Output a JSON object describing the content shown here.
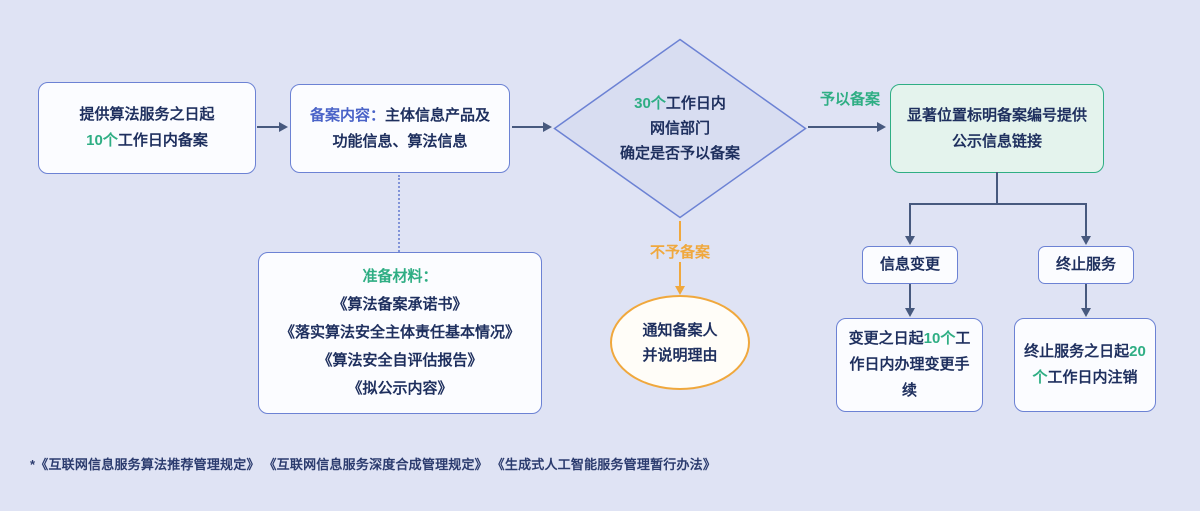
{
  "colors": {
    "background": "#dfe3f4",
    "box_border": "#6c82d4",
    "box_fill": "#fbfcff",
    "text": "#1e2f5e",
    "accent_green": "#2fae84",
    "accent_orange": "#f0a83d",
    "arrow": "#47597e",
    "diamond_fill": "#d8ddf1",
    "publish_fill": "#e4f3ed"
  },
  "nodes": {
    "start": {
      "line1": "提供算法服务之日起",
      "highlight": "10个",
      "line2_rest": "工作日内备案"
    },
    "content": {
      "label": "备案内容：",
      "line1_rest": "主体信息产品及",
      "line2": "功能信息、算法信息"
    },
    "decision": {
      "highlight": "30个",
      "line1_rest": "工作日内",
      "line2": "网信部门",
      "line3": "确定是否予以备案"
    },
    "approve_label": "予以备案",
    "reject_label": "不予备案",
    "publish": {
      "line1": "显著位置标明备案编号提供",
      "line2": "公示信息链接"
    },
    "notify": {
      "line1": "通知备案人",
      "line2": "并说明理由"
    },
    "materials": {
      "title": "准备材料：",
      "items": [
        "《算法备案承诺书》",
        "《落实算法安全主体责任基本情况》",
        "《算法安全自评估报告》",
        "《拟公示内容》"
      ]
    },
    "change": {
      "label": "信息变更"
    },
    "terminate": {
      "label": "终止服务"
    },
    "change_detail": {
      "pre": "变更之日起",
      "highlight": "10个",
      "post": "工作日内办理变更手续"
    },
    "terminate_detail": {
      "pre": "终止服务之日起",
      "highlight": "20个",
      "post": "工作日内注销"
    }
  },
  "footnote": "*《互联网信息服务算法推荐管理规定》 《互联网信息服务深度合成管理规定》 《生成式人工智能服务管理暂行办法》"
}
